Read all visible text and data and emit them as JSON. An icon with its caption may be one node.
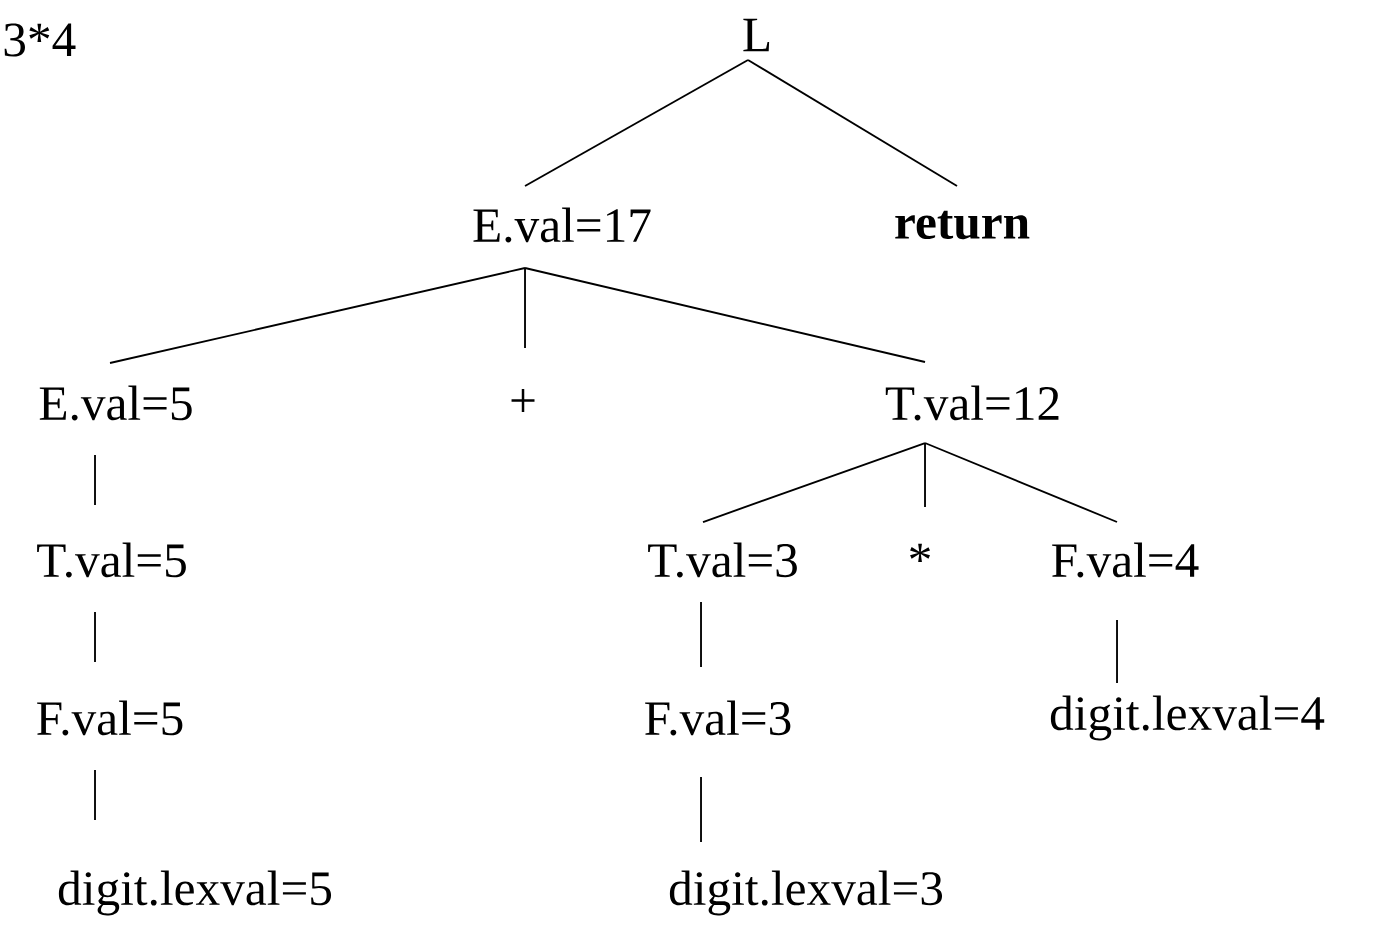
{
  "diagram": {
    "nodes": [
      {
        "text": [
          "L"
        ]
      },
      {
        "text": [
          "E.val=17"
        ]
      },
      {
        "text": [
          "return"
        ]
      },
      {
        "text": [
          "E.val=5"
        ]
      },
      {
        "text": [
          "+"
        ]
      },
      {
        "text": [
          "T.val=12"
        ]
      },
      {
        "text": [
          "T.val=5"
        ]
      },
      {
        "text": [
          "T.val=3"
        ]
      },
      {
        "text": [
          "*"
        ]
      },
      {
        "text": [
          "F.val=4"
        ]
      },
      {
        "text": [
          "F.val=5"
        ]
      },
      {
        "text": [
          "F.val=3"
        ]
      },
      {
        "text": [
          "digit.lexval=4"
        ]
      },
      {
        "text": [
          "digit.lexval=5"
        ]
      },
      {
        "text": [
          "digit.lexval=3"
        ]
      }
    ],
    "edges": [
      {
        "from": 0,
        "to": 1,
        "arrow": "none"
      },
      {
        "from": 0,
        "to": 2,
        "arrow": "none"
      },
      {
        "from": 1,
        "to": 3,
        "arrow": "none"
      },
      {
        "from": 1,
        "to": 4,
        "arrow": "none"
      },
      {
        "from": 1,
        "to": 5,
        "arrow": "none"
      },
      {
        "from": 3,
        "to": 6,
        "arrow": "none"
      },
      {
        "from": 5,
        "to": 7,
        "arrow": "none"
      },
      {
        "from": 5,
        "to": 8,
        "arrow": "none"
      },
      {
        "from": 5,
        "to": 9,
        "arrow": "none"
      },
      {
        "from": 6,
        "to": 10,
        "arrow": "none"
      },
      {
        "from": 7,
        "to": 11,
        "arrow": "none"
      },
      {
        "from": 9,
        "to": 12,
        "arrow": "none"
      },
      {
        "from": 10,
        "to": 13,
        "arrow": "none"
      },
      {
        "from": 11,
        "to": 14,
        "arrow": "none"
      }
    ],
    "labels": [
      "3*4"
    ]
  }
}
